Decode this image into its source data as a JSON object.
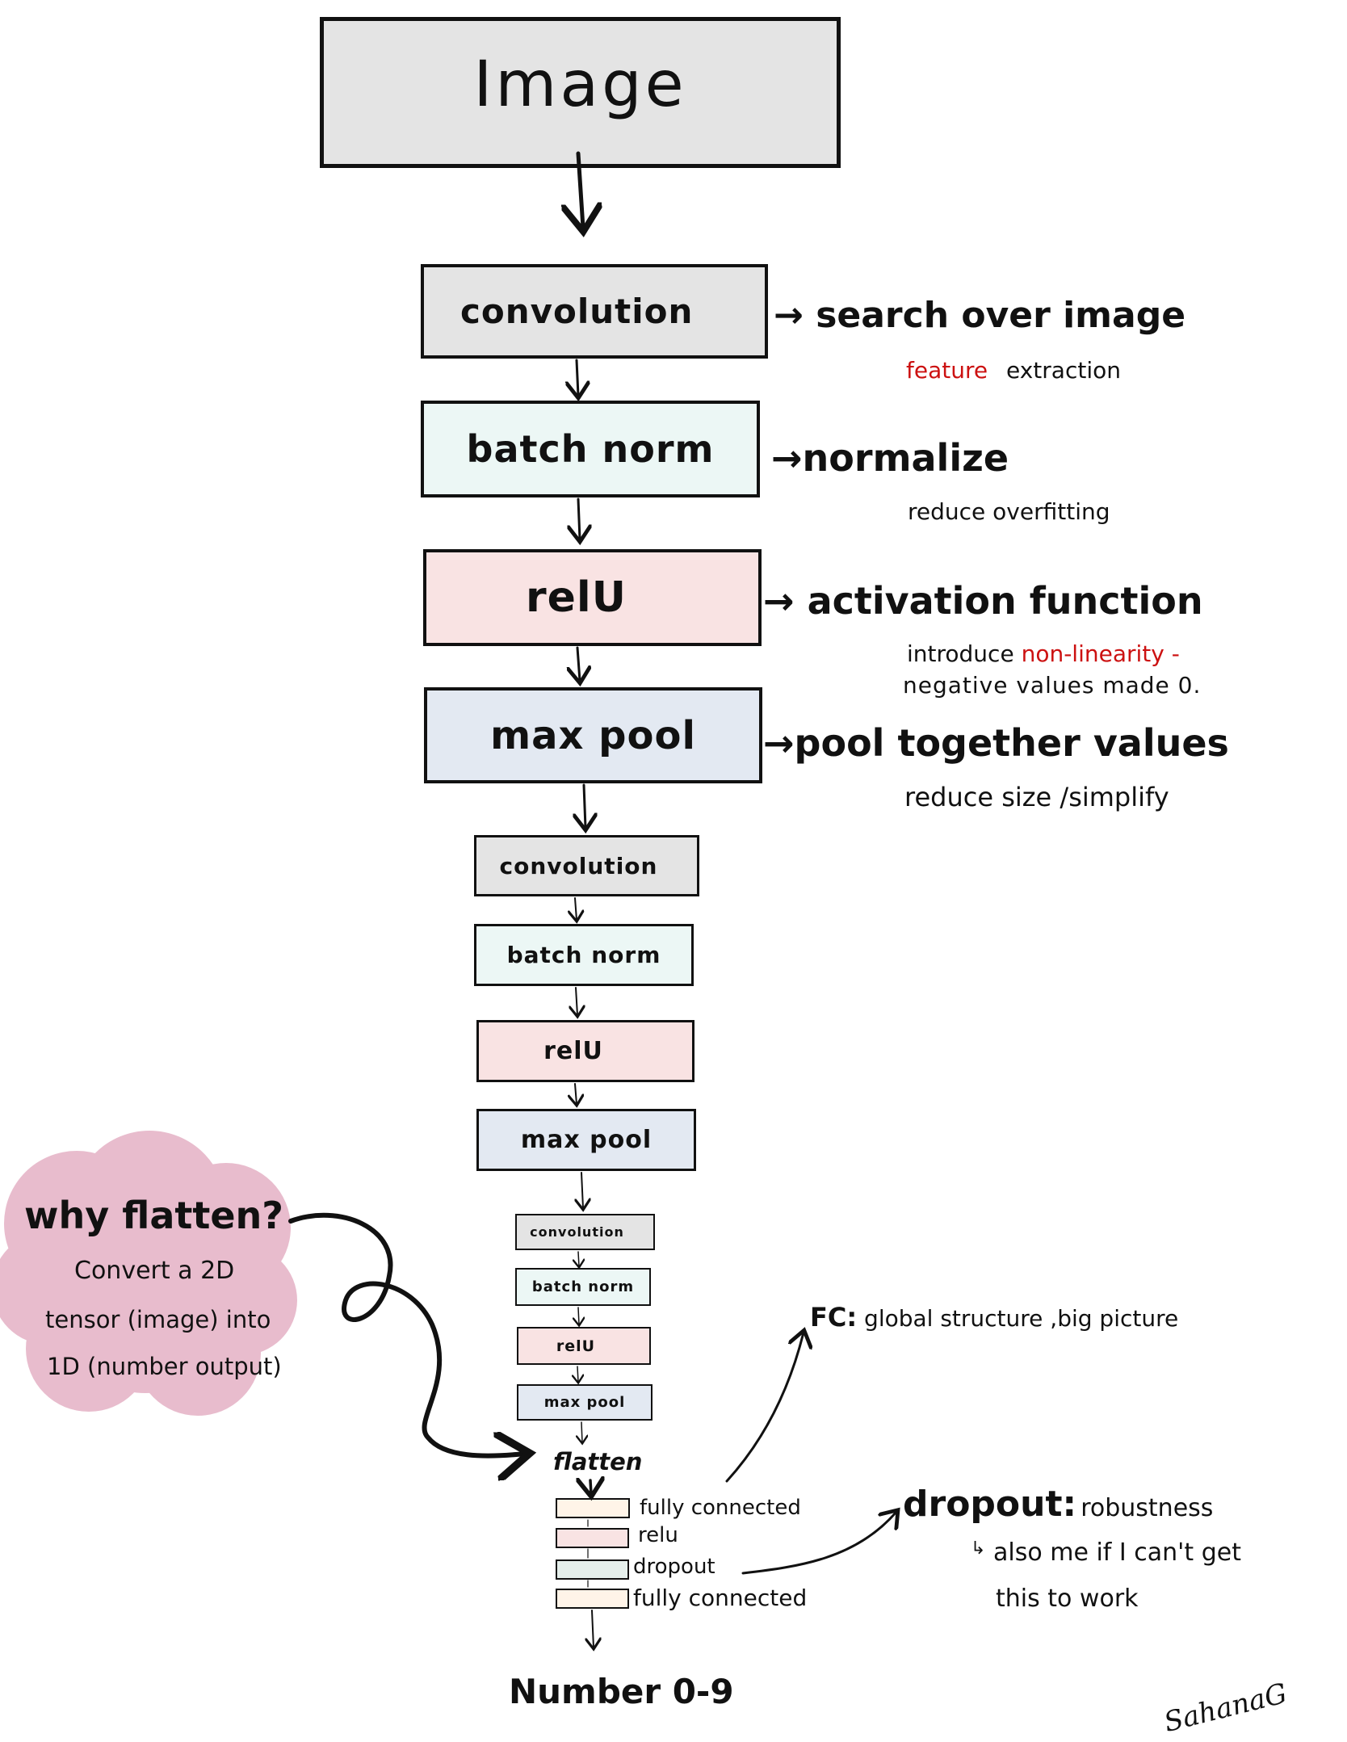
{
  "input": {
    "label": "Image"
  },
  "block1": {
    "convolution": "convolution",
    "batch_norm": "batch norm",
    "relu": "relU",
    "max_pool": "max pool"
  },
  "block2": {
    "convolution": "convolution",
    "batch_norm": "batch norm",
    "relu": "relU",
    "max_pool": "max pool"
  },
  "block3": {
    "convolution": "convolution",
    "batch_norm": "batch norm",
    "relu": "relU",
    "max_pool": "max pool"
  },
  "annotations": {
    "convolution": {
      "title": "search over image",
      "sub_red": "feature",
      "sub": "extraction"
    },
    "batch_norm": {
      "title": "normalize",
      "sub": "reduce overfitting"
    },
    "relu": {
      "title": "activation function",
      "sub_prefix": "introduce",
      "sub_red": "non-linearity -",
      "sub2": "negative values made 0."
    },
    "max_pool": {
      "title": "pool together values",
      "sub": "reduce size /simplify"
    }
  },
  "flatten": {
    "label": "flatten"
  },
  "cloud": {
    "title": "why flatten?",
    "lines": [
      "Convert a 2D",
      "tensor (image) into",
      "1D (number output)"
    ],
    "color": "#e8bccd"
  },
  "classifier": {
    "layers": [
      {
        "label": "fully connected",
        "color": "#fff4e8"
      },
      {
        "label": "relu",
        "color": "#f9e3e3"
      },
      {
        "label": "dropout",
        "color": "#e5efeb"
      },
      {
        "label": "fully connected",
        "color": "#fff4e8"
      }
    ]
  },
  "fc_note": {
    "title": "FC:",
    "text": "global structure ,big picture"
  },
  "dropout_note": {
    "title": "dropout:",
    "text": "robustness",
    "aside_line1": "also me if I can't get",
    "aside_line2": "this to work",
    "aside_icon": "↳"
  },
  "output": {
    "label": "Number 0-9"
  },
  "signature": "SahanaG",
  "colors": {
    "gray": "#e4e4e4",
    "mint": "#ecf7f5",
    "pink": "#f9e3e3",
    "blue": "#e3e9f2",
    "accent_red": "#cc1111"
  }
}
